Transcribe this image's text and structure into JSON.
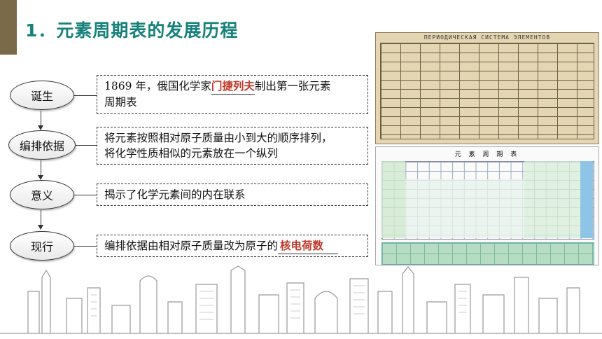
{
  "title": "1．元素周期表的发展历程",
  "rows": [
    {
      "label": "诞生",
      "line1_pre": "1869 年，俄国化学家",
      "line1_red": "门捷列夫",
      "line1_post": "制出第一张元素",
      "line2": "周期表"
    },
    {
      "label": "编排依据",
      "line1": "将元素按照相对原子质量由小到大的顺序排列，",
      "line2": "将化学性质相似的元素放在一个纵列"
    },
    {
      "label": "意义",
      "line1": "揭示了化学元素间的内在联系"
    },
    {
      "label": "现行",
      "line1_pre": "编排依据由相对原子质量改为原子的",
      "line1_red": "核电荷数"
    }
  ],
  "images": {
    "old_table_header": "ПЕРИОДИЧЕСКАЯ СИСТЕМА ЭЛЕМЕНТОВ",
    "modern_table_title": "元 素 周 期 表"
  },
  "colors": {
    "title": "#16807a",
    "accent": "#7a6a4a",
    "highlight": "#c0392b"
  }
}
